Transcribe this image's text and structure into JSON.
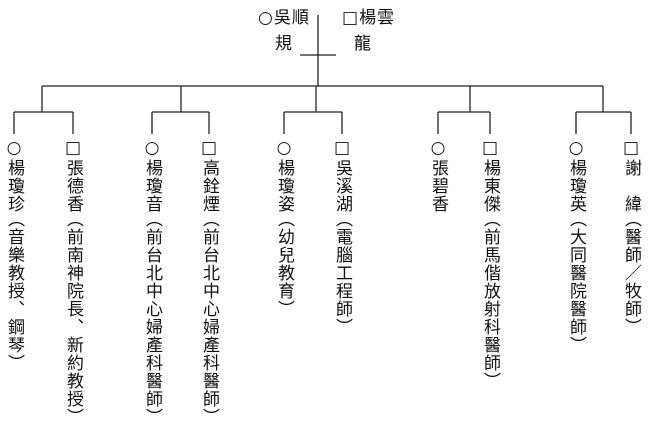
{
  "root": {
    "husband": {
      "symbol": "□",
      "line1": "楊雲",
      "line2": "龍"
    },
    "wife": {
      "symbol": "○",
      "line1": "吳順",
      "line2": "規"
    }
  },
  "children": [
    {
      "symbol": "○",
      "name": "楊瓊珍",
      "note": "（音樂教授、鋼琴）"
    },
    {
      "symbol": "□",
      "name": "張德香",
      "note": "（前南神院長、新約教授）"
    },
    {
      "symbol": "○",
      "name": "楊瓊音",
      "note": "（前台北中心婦產科醫師）"
    },
    {
      "symbol": "□",
      "name": "高銓煙",
      "note": "（前台北中心婦產科醫師）"
    },
    {
      "symbol": "○",
      "name": "楊瓊姿",
      "note": "（幼兒教育）"
    },
    {
      "symbol": "□",
      "name": "吳溪湖",
      "note": "（電腦工程師）"
    },
    {
      "symbol": "○",
      "name": "張碧香",
      "note": ""
    },
    {
      "symbol": "□",
      "name": "楊東傑",
      "note": "（前馬偕放射科醫師）"
    },
    {
      "symbol": "○",
      "name": "楊瓊英",
      "note": "（大同醫院醫師）"
    },
    {
      "symbol": "□",
      "name": "謝　緯",
      "note": "（醫師／牧師）"
    }
  ]
}
